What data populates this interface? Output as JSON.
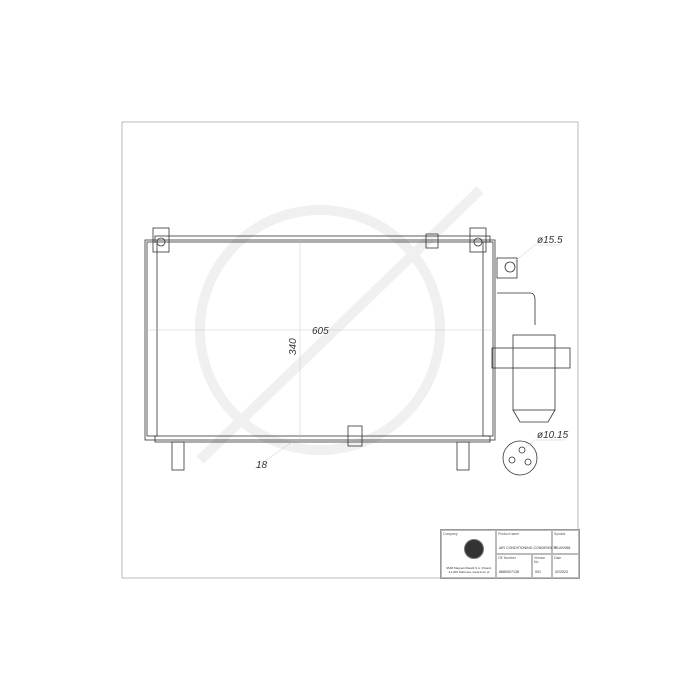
{
  "dimensions": {
    "width": "605",
    "height": "340",
    "thickness": "18",
    "inlet_diameter": "ø15.5",
    "outlet_diameter": "ø10.15"
  },
  "title_block": {
    "company_label": "Company",
    "company_text": "SMM Magneti Marelli S.A. Poland, 41-300 Dabrowa, www.smm.pl",
    "product_name_label": "Product name",
    "product_name": "AIR CONDITIONING CONDENSER",
    "symbol_label": "Symbol",
    "symbol": "SU0V068",
    "oe_number_label": "OE Number",
    "oe_number": "8880007138",
    "version_label": "Version No.",
    "version": "001",
    "date_label": "Date",
    "date": "02/2023"
  },
  "colors": {
    "line": "#333333",
    "frame": "#999999",
    "watermark": "#f2f2f2"
  }
}
